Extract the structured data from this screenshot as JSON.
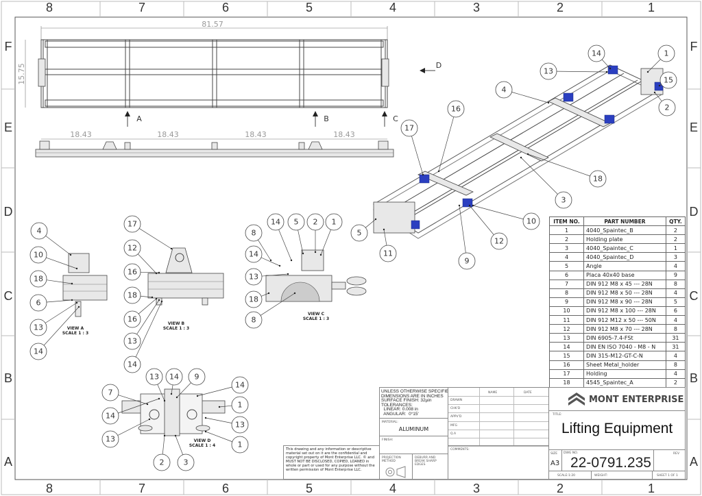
{
  "sheet": {
    "columns": [
      "8",
      "7",
      "6",
      "5",
      "4",
      "3",
      "2",
      "1"
    ],
    "rows": [
      "F",
      "E",
      "D",
      "C",
      "B",
      "A"
    ]
  },
  "dimensions": {
    "overall_length": "81.57",
    "overall_width": "15.75",
    "spacing": [
      "18.43",
      "18.43",
      "18.43",
      "18.43"
    ]
  },
  "section_markers": {
    "a": "A",
    "b": "B",
    "c": "C",
    "d": "D"
  },
  "views": {
    "a": {
      "name": "VIEW A",
      "scale": "SCALE 1 : 3",
      "balloons": [
        "4",
        "10",
        "18",
        "6",
        "13",
        "14"
      ]
    },
    "b": {
      "name": "VIEW B",
      "scale": "SCALE 1 : 3",
      "balloons": [
        "17",
        "12",
        "16",
        "18",
        "16",
        "13",
        "14"
      ]
    },
    "c": {
      "name": "VIEW C",
      "scale": "SCALE 1 : 3",
      "balloons": [
        "8",
        "14",
        "13",
        "18",
        "8",
        "14",
        "5",
        "2",
        "1"
      ]
    },
    "d": {
      "name": "VIEW D",
      "scale": "SCALE 1 : 4",
      "balloons": [
        "13",
        "14",
        "9",
        "14",
        "7",
        "1",
        "14",
        "13",
        "13",
        "1",
        "2",
        "3"
      ]
    },
    "iso": {
      "balloons": [
        "14",
        "1",
        "13",
        "15",
        "4",
        "2",
        "16",
        "17",
        "18",
        "3",
        "10",
        "5",
        "12",
        "11",
        "9"
      ]
    }
  },
  "bom": {
    "headers": [
      "ITEM NO.",
      "PART NUMBER",
      "QTY."
    ],
    "rows": [
      [
        "1",
        "4040_Spaintec_B",
        "2"
      ],
      [
        "2",
        "Holding plate",
        "2"
      ],
      [
        "3",
        "4040_Spaintec_C",
        "1"
      ],
      [
        "4",
        "4040_Spaintec_D",
        "3"
      ],
      [
        "5",
        "Angle",
        "4"
      ],
      [
        "6",
        "Placa 40x40 base",
        "9"
      ],
      [
        "7",
        "DIN 912 M8 x 45 --- 28N",
        "8"
      ],
      [
        "8",
        "DIN 912 M8 x 50 --- 28N",
        "4"
      ],
      [
        "9",
        "DIN 912 M8 x 90 --- 28N",
        "5"
      ],
      [
        "10",
        "DIN 912 M8 x 100 --- 28N",
        "6"
      ],
      [
        "11",
        "DIN 912 M12 x 50 --- 50N",
        "4"
      ],
      [
        "12",
        "DIN 912 M8 x 70 --- 28N",
        "8"
      ],
      [
        "13",
        "DIN 6905-7.4-FSt",
        "31"
      ],
      [
        "14",
        "DIN EN ISO 7040 - M8 - N",
        "31"
      ],
      [
        "15",
        "DIN 315-M12-GT-C-N",
        "4"
      ],
      [
        "16",
        "Sheet Metal_holder",
        "8"
      ],
      [
        "17",
        "Holding",
        "4"
      ],
      [
        "18",
        "4545_Spaintec_A",
        "2"
      ]
    ]
  },
  "title_block": {
    "spec_lines": [
      "UNLESS OTHERWISE SPECIFIED:",
      "DIMENSIONS ARE IN INCHES",
      "SURFACE FINISH: 32µin",
      "TOLERANCES:",
      "  LINEAR: 0.008 in",
      "  ANGULAR:  0°15'"
    ],
    "material_label": "MATERIAL:",
    "material": "ALUMINUM",
    "finish_label": "FINISH:",
    "projection_label": "PROJECTION METHOD",
    "deburr": "DEBURR AND BREAK SHARP EDGES",
    "name_header": "NAME",
    "date_header": "DATE",
    "approval_rows": [
      "DRAWN",
      "CHK'D",
      "APPV'D",
      "MFG",
      "Q.A"
    ],
    "comments_label": "COMMENTS:",
    "confidential": "This drawing and any information or descriptive material set out on it are the confidential and copyright property of Mont Enterprise LLC. © and MUST NOT BE DISCLOSED, COPIED, LOANED in whole or part or used for any purpose without the written permission of Mont Enterprise LLC.",
    "company": "MONT ENTERPRISE",
    "title_label": "TITLE:",
    "title": "Lifting Equipment",
    "size_label": "SIZE",
    "size": "A3",
    "dwg_no_label": "DWG NO.",
    "dwg_no": "22-0791.235",
    "rev_label": "REV",
    "scale": "SCALE:1:20",
    "weight_label": "WEIGHT:",
    "sheet": "SHEET 1 OF 1"
  }
}
